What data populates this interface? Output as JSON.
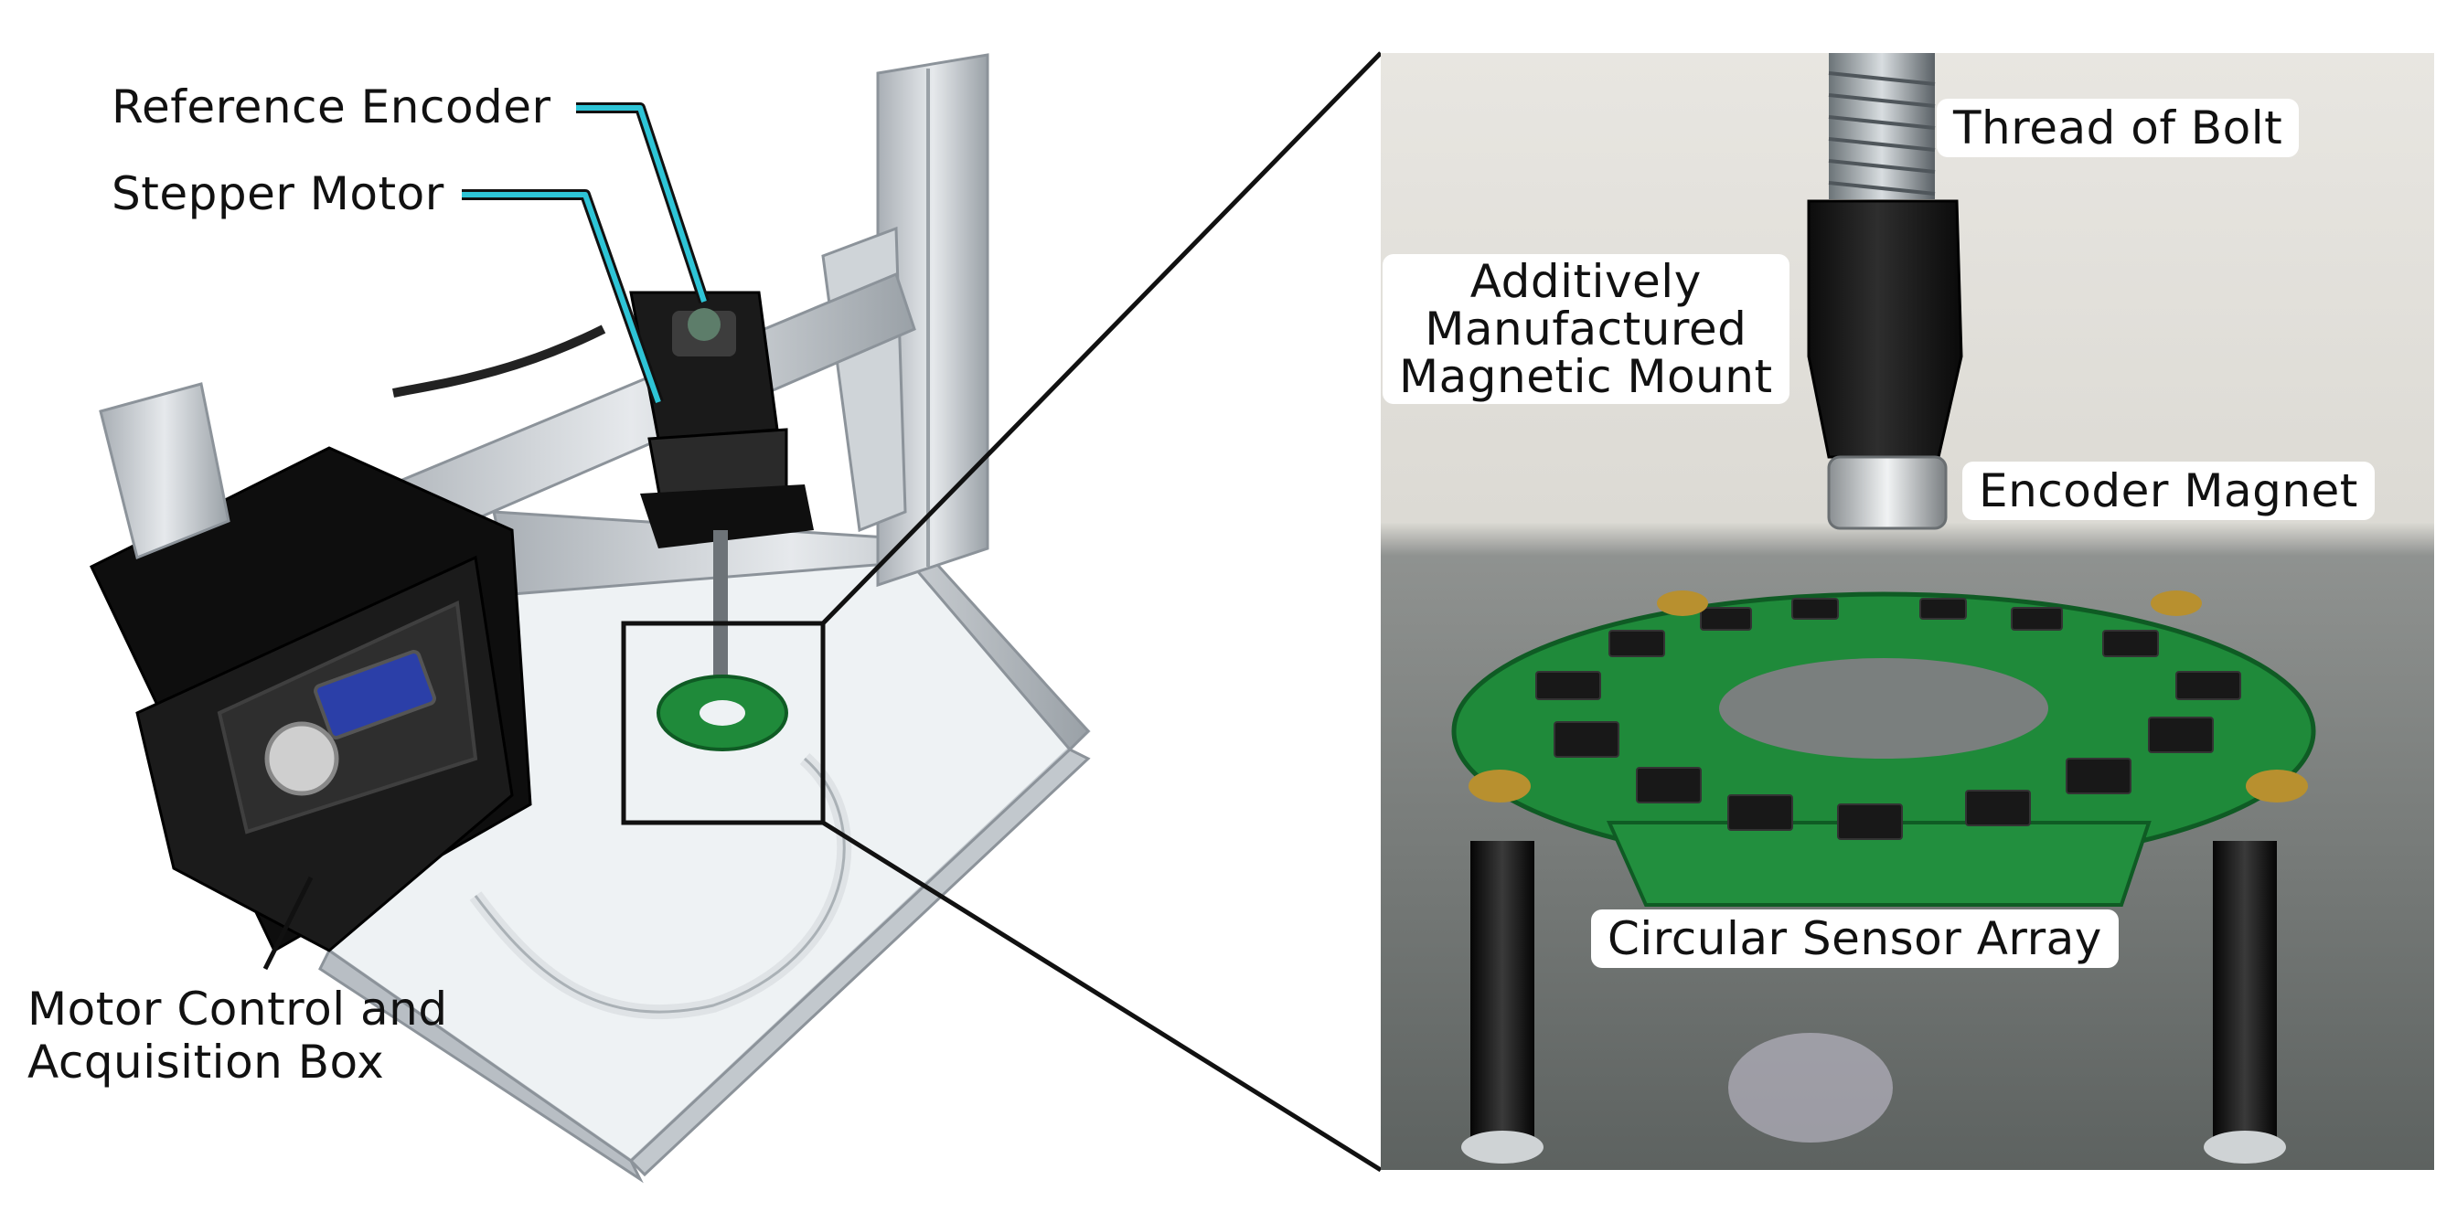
{
  "labels": {
    "reference_encoder": "Reference Encoder",
    "stepper_motor": "Stepper Motor",
    "motor_control_line1": "Motor Control and",
    "motor_control_line2": "Acquisition Box",
    "thread_of_bolt": "Thread of Bolt",
    "mount_line1": "Additively",
    "mount_line2": "Manufactured",
    "mount_line3": "Magnetic Mount",
    "encoder_magnet": "Encoder Magnet",
    "circular_sensor_array": "Circular Sensor Array"
  },
  "colors": {
    "leader_accent": "#2ec4d6",
    "frame_aluminum": "#c9ced3",
    "pcb_green": "#1f8a3a",
    "box_black": "#151515"
  }
}
